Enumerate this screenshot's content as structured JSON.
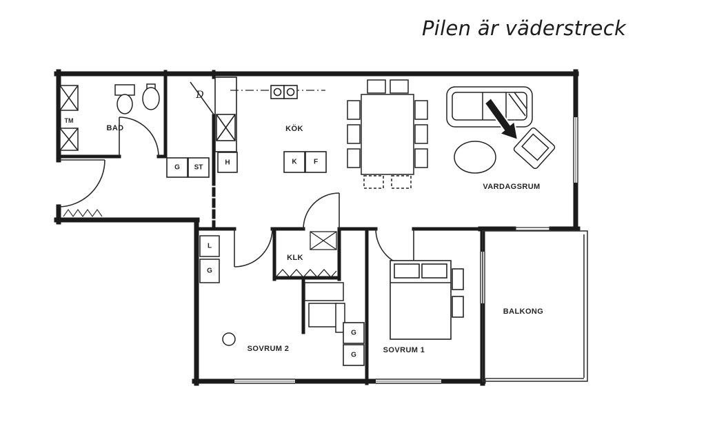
{
  "title": "Pilen är väderstreck",
  "rooms": {
    "bad": "BAD",
    "kok": "KÖK",
    "vardagsrum": "VARDAGSRUM",
    "klk": "KLK",
    "sovrum2": "SOVRUM 2",
    "sovrum1": "SOVRUM 1",
    "balkong": "BALKONG"
  },
  "markers": {
    "tm": "TM",
    "door": "D",
    "h": "H",
    "k": "K",
    "f": "F",
    "g": "G",
    "st": "ST",
    "l": "L"
  },
  "colors": {
    "ink": "#1b1b1b",
    "background": "#ffffff"
  }
}
